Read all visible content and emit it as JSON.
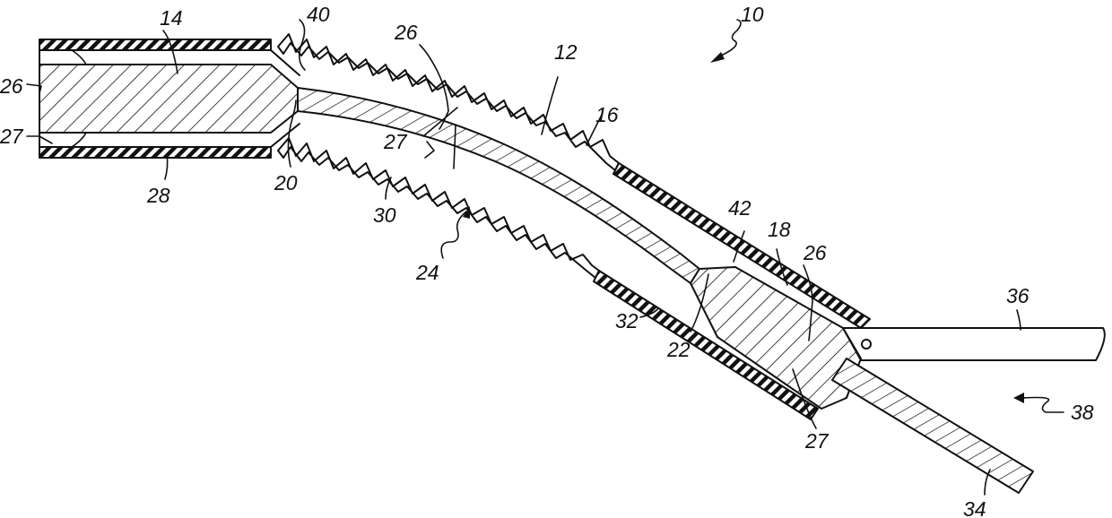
{
  "diagram": {
    "labels": {
      "l10": "10",
      "l12": "12",
      "l14": "14",
      "l16": "16",
      "l18": "18",
      "l20": "20",
      "l22": "22",
      "l24": "24",
      "l26a": "26",
      "l26b": "26",
      "l26c": "26",
      "l27a": "27",
      "l27b": "27",
      "l27c": "27",
      "l28": "28",
      "l30": "30",
      "l32": "32",
      "l34": "34",
      "l36": "36",
      "l38": "38",
      "l40": "40",
      "l42": "42"
    }
  }
}
